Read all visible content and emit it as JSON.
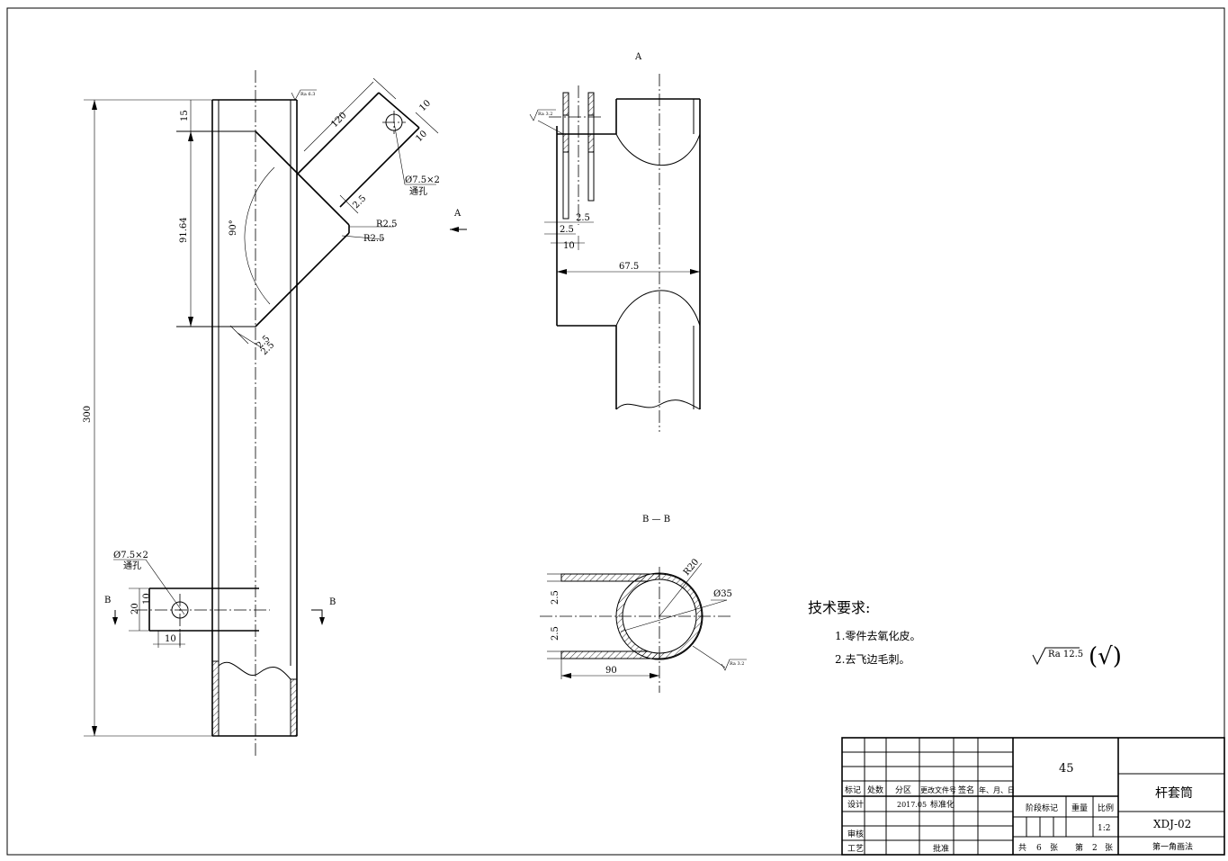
{
  "main_view": {
    "dim_total_length": "300",
    "dim_top_offset": "15",
    "dim_branch_span": "91.64",
    "dim_angle": "90°",
    "dim_branch_length": "120",
    "dim_slot_width_a": "10",
    "dim_slot_width_b": "10",
    "hole_callout_top": "Ø7.5×2",
    "hole_through_top": "通孔",
    "dim_wall": "2.5",
    "dim_radius_a": "R2.5",
    "dim_radius_b": "R2.5",
    "dim_small_a": "2.5",
    "dim_small_b": "2.5",
    "roughness_top": "Ra 6.3",
    "hole_callout_bottom": "Ø7.5×2",
    "hole_through_bottom": "通孔",
    "dim_tab_height_a": "10",
    "dim_tab_height_b": "20",
    "dim_tab_width": "10",
    "section_mark_left": "B",
    "section_mark_right": "B",
    "view_arrow_label": "A"
  },
  "view_a": {
    "title": "A",
    "roughness": "Ra 3.2",
    "dim_width": "67.5",
    "dim_a": "2.5",
    "dim_b": "2.5",
    "dim_c": "10"
  },
  "section_bb": {
    "title": "B — B",
    "dim_radius": "R20",
    "dim_diameter": "Ø35",
    "dim_wall_a": "2.5",
    "dim_wall_b": "2.5",
    "dim_length": "90",
    "roughness": "Ra 3.2"
  },
  "tech_requirements": {
    "heading": "技术要求:",
    "items": [
      "1.零件去氧化皮。",
      "2.去飞边毛刺。"
    ]
  },
  "general_roughness": {
    "value": "Ra 12.5",
    "suffix": "(√)"
  },
  "title_block": {
    "material": "45",
    "part_name": "杆套筒",
    "drawing_no": "XDJ-02",
    "projection": "第一角画法",
    "header_cols": [
      "标记",
      "处数",
      "分区",
      "更改文件号",
      "签名",
      "年、月、日"
    ],
    "design_label": "设计",
    "design_date": "2017.05",
    "standardization_label": "标准化",
    "review_label": "审核",
    "process_label": "工艺",
    "approval_label": "批准",
    "stage_mark_label": "阶段标记",
    "weight_label": "重量",
    "scale_label": "比例",
    "scale_value": "1:2",
    "sheets_total_prefix": "共",
    "sheets_total": "6",
    "sheets_unit_a": "张",
    "sheet_index_prefix": "第",
    "sheet_index": "2",
    "sheets_unit_b": "张"
  }
}
